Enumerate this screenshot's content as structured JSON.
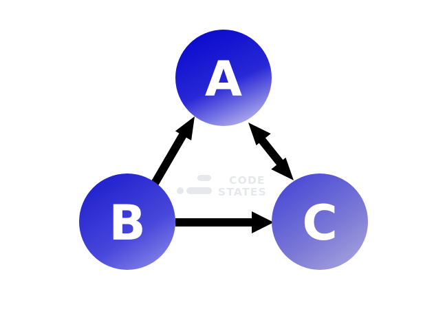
{
  "diagram": {
    "nodes": [
      {
        "id": "A",
        "label": "A"
      },
      {
        "id": "B",
        "label": "B"
      },
      {
        "id": "C",
        "label": "C"
      }
    ],
    "edges": [
      {
        "from": "B",
        "to": "A",
        "direction": "forward"
      },
      {
        "from": "B",
        "to": "C",
        "direction": "forward"
      },
      {
        "from": "A",
        "to": "C",
        "direction": "both"
      }
    ]
  },
  "watermark": {
    "line1": "CODE",
    "line2": "STATES"
  },
  "colors": {
    "node_gradient_start": "#0a0acd",
    "node_gradient_end": "#a9a6eb",
    "arrow": "#000000",
    "label": "#ffffff",
    "watermark": "#e6e8ec"
  }
}
